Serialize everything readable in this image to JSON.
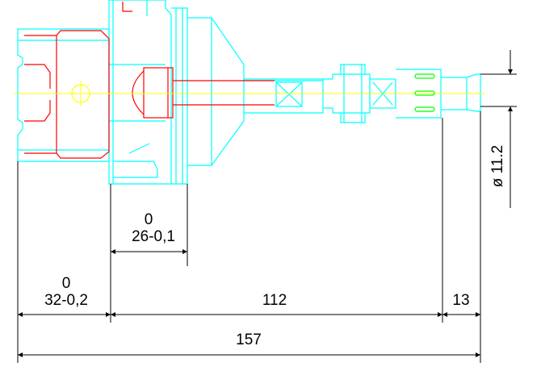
{
  "colors": {
    "outline": "#00ffff",
    "section": "#ff0000",
    "axis": "#ffff00",
    "detail": "#00ff00",
    "dimension": "#000000"
  },
  "dimensions": {
    "d26_upper": "0",
    "d26_lower": "26-0,1",
    "d32_upper": "0",
    "d32_lower": "32-0,2",
    "d112": "112",
    "d13": "13",
    "d157": "157",
    "diameter": "ø 11.2"
  }
}
